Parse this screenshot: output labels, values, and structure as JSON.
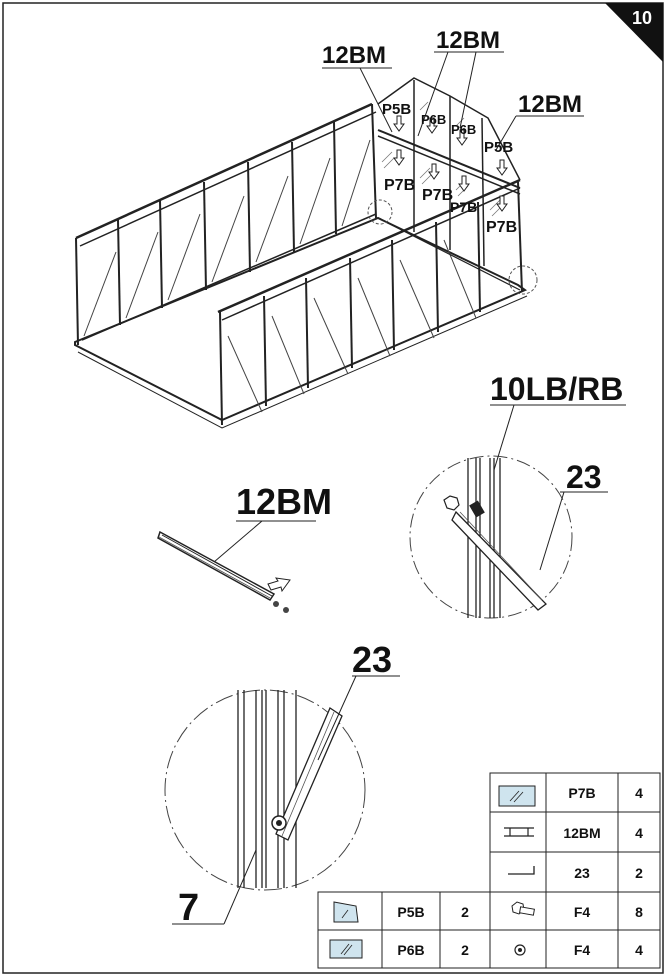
{
  "page_number": "10",
  "top_labels": {
    "bar_left": "12BM",
    "bar_middle": "12BM",
    "bar_right": "12BM",
    "p5b_left": "P5B",
    "p6b_left": "P6B",
    "p6b_right": "P6B",
    "p5b_right": "P5B",
    "p7b_1": "P7B",
    "p7b_2": "P7B",
    "p7b_3": "P7B",
    "p7b_4": "P7B"
  },
  "detail_bar_label": "12BM",
  "detail_circle_right": {
    "part_top": "10LB/RB",
    "part_right": "23"
  },
  "detail_circle_bottom": {
    "part_top": "23",
    "part_bottom": "7"
  },
  "parts_table": {
    "right_rows": [
      {
        "icon": "panel-icon",
        "code": "P7B",
        "qty": "4"
      },
      {
        "icon": "profile-bar-icon",
        "code": "12BM",
        "qty": "4"
      },
      {
        "icon": "angle-bracket-icon",
        "code": "23",
        "qty": "2"
      },
      {
        "icon": "bolt-icon",
        "code": "F4",
        "qty": "8"
      },
      {
        "icon": "nut-icon",
        "code": "F4",
        "qty": "4"
      }
    ],
    "left_rows": [
      {
        "icon": "triangle-panel-icon",
        "code": "P5B",
        "qty": "2"
      },
      {
        "icon": "panel-icon",
        "code": "P6B",
        "qty": "2"
      }
    ]
  }
}
